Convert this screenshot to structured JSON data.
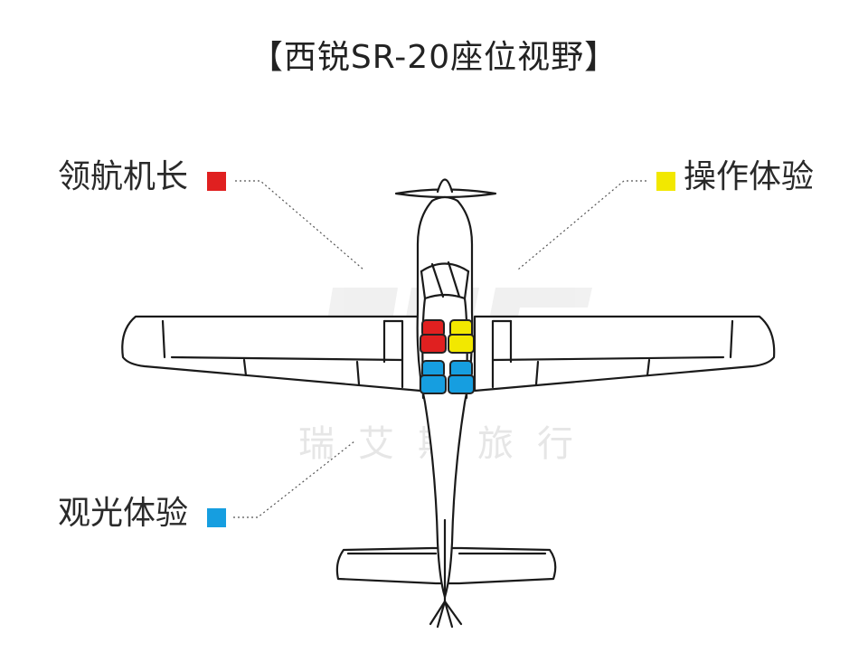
{
  "title": "【西锐SR-20座位视野】",
  "watermark": {
    "text": "瑞艾斯旅行"
  },
  "legend": [
    {
      "label": "领航机长",
      "color": "#e02020"
    },
    {
      "label": "操作体验",
      "color": "#f2e800"
    },
    {
      "label": "观光体验",
      "color": "#169ee0"
    }
  ],
  "seats": {
    "front_left": "#e02020",
    "front_right": "#f2e800",
    "rear": "#169ee0"
  }
}
